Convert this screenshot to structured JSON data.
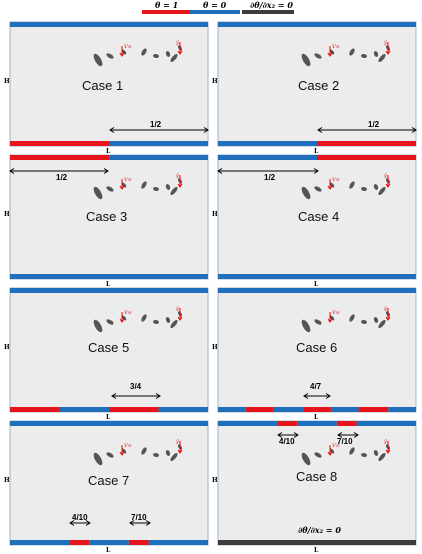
{
  "legend": {
    "hot_label": "θ = 1",
    "cold_label": "θ = 0",
    "adiabatic_label": "∂θ/∂x₂ = 0",
    "hot_color": "#e8141c",
    "cold_color": "#1f6fbd",
    "adiabatic_color": "#3d3d3d"
  },
  "side_labels": {
    "height": "H",
    "length": "L"
  },
  "velocity_label": "V∞",
  "swimmer_label": "ŷ",
  "panels": [
    {
      "case": "Case 1",
      "dims": [
        "1/2"
      ]
    },
    {
      "case": "Case 2",
      "dims": [
        "1/2"
      ]
    },
    {
      "case": "Case 3",
      "dims": [
        "1/2"
      ]
    },
    {
      "case": "Case 4",
      "dims": [
        "1/2"
      ]
    },
    {
      "case": "Case 5",
      "dims": [
        "3/4"
      ]
    },
    {
      "case": "Case 6",
      "dims": [
        "4/7"
      ]
    },
    {
      "case": "Case 7",
      "dims": [
        "4/10",
        "7/10"
      ]
    },
    {
      "case": "Case 8",
      "dims": [
        "4/10",
        "7/10"
      ],
      "adiabatic_note": "∂θ/∂x₂ = 0"
    }
  ]
}
